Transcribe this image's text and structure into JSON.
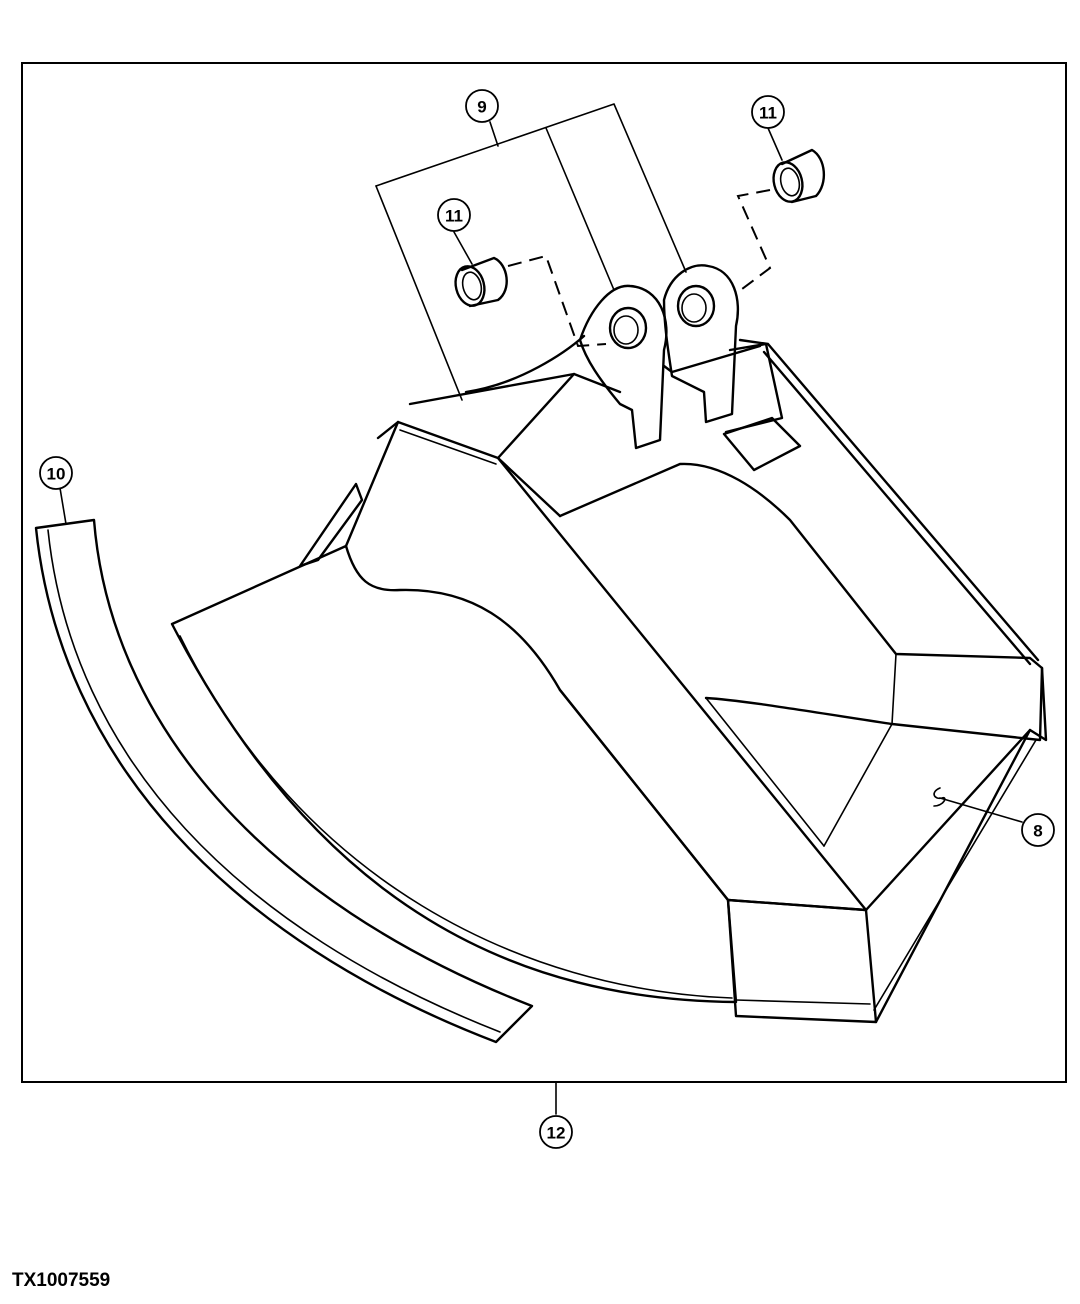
{
  "figure_id": "TX1007559",
  "callouts": {
    "bucket_assembly": "12",
    "tooth_area": "8",
    "pin_boss_group": "9",
    "side_cutter": "10",
    "bushing_left": "11",
    "bushing_right": "11"
  },
  "colors": {
    "ink": "#000000",
    "background": "#ffffff"
  }
}
